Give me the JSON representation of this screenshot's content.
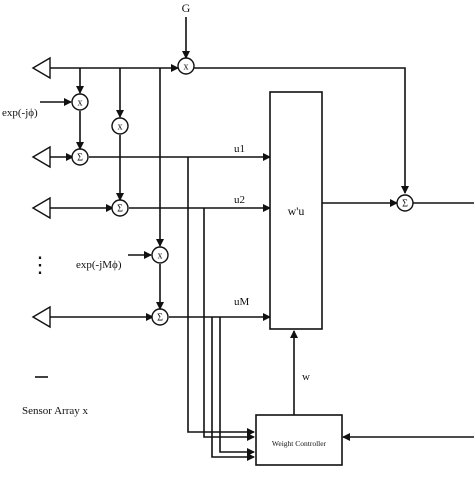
{
  "labels": {
    "gain": "G",
    "phase1": "exp(-jϕ)",
    "phaseM": "exp(-jMϕ)",
    "u1": "u1",
    "u2": "u2",
    "uM": "uM",
    "wu": "w'u",
    "w": "w",
    "weight_controller": "Weight Controller",
    "sensor_array": "Sensor Array x",
    "ellipsis": "⋮"
  },
  "symbols": {
    "multiply": "x",
    "sum": "Σ"
  }
}
